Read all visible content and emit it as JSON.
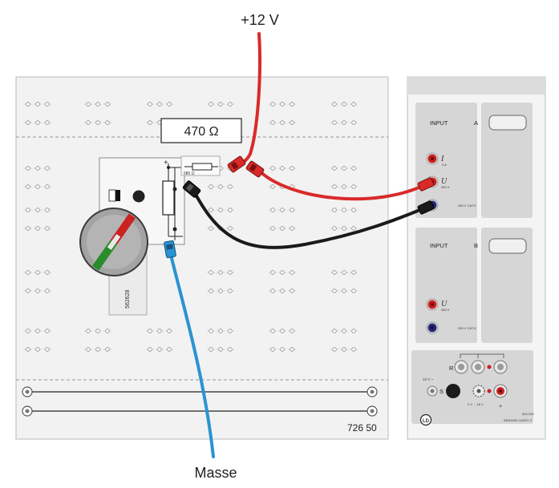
{
  "labels": {
    "supply": "+12 V",
    "ground": "Masse",
    "resistor_value": "470 Ω",
    "resistor_small": "680 Ω",
    "board_number": "726 50",
    "module_number": "562628",
    "module_polarity": "+"
  },
  "sensor_cassy": {
    "input_a_label": "INPUT",
    "channel_a": "A",
    "input_b_label": "INPUT",
    "channel_b": "B",
    "current_symbol": "I",
    "current_rating": "3 A",
    "voltage_symbol": "U",
    "voltage_rating": "250 V",
    "cat_rating": "250 V\nCAT II",
    "r_label": "R",
    "s_label": "S",
    "supply_12v": "12 V ~",
    "supply_range": "0 V ... 16 V",
    "plus_label": "+",
    "catalog_number": "524 013",
    "device_name": "SENSOR-CASSY 2",
    "logo": "LD"
  },
  "colors": {
    "supply_wire": "#d92a2a",
    "ground_wire": "#2b93d1",
    "signal_wire": "#1a1a1a",
    "panel_gray": "#d6d6d6",
    "board_bg": "#f1f1f1"
  }
}
